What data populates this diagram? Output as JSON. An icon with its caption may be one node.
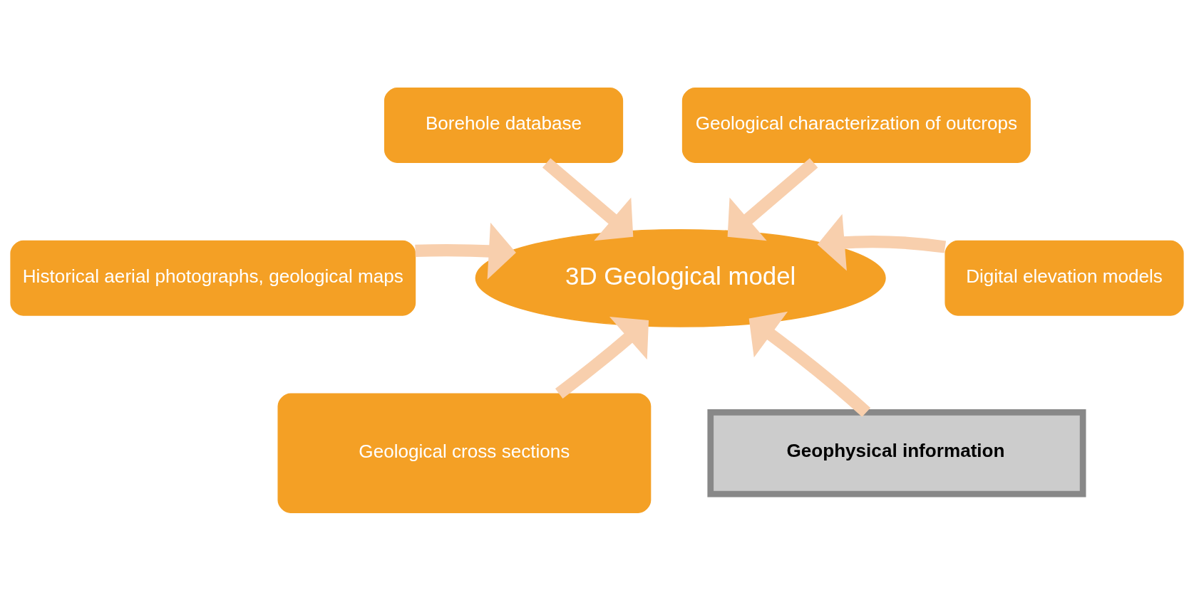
{
  "diagram": {
    "nodes": [
      {
        "text": [
          "Borehole database"
        ]
      },
      {
        "text": [
          "Geological characterization of outcrops"
        ]
      },
      {
        "text": [
          "Historical aerial photographs, geological maps"
        ]
      },
      {
        "text": [
          "3D Geological model"
        ]
      },
      {
        "text": [
          "Digital elevation models"
        ]
      },
      {
        "text": [
          "Geological cross sections"
        ]
      },
      {
        "text": [
          "Geophysical information"
        ]
      }
    ],
    "edges": [
      {
        "from": 0,
        "to": 3,
        "arrow": "to"
      },
      {
        "from": 1,
        "to": 3,
        "arrow": "to"
      },
      {
        "from": 2,
        "to": 3,
        "arrow": "to"
      },
      {
        "from": 4,
        "to": 3,
        "arrow": "to"
      },
      {
        "from": 5,
        "to": 3,
        "arrow": "to"
      },
      {
        "from": 6,
        "to": 3,
        "arrow": "to"
      }
    ]
  }
}
